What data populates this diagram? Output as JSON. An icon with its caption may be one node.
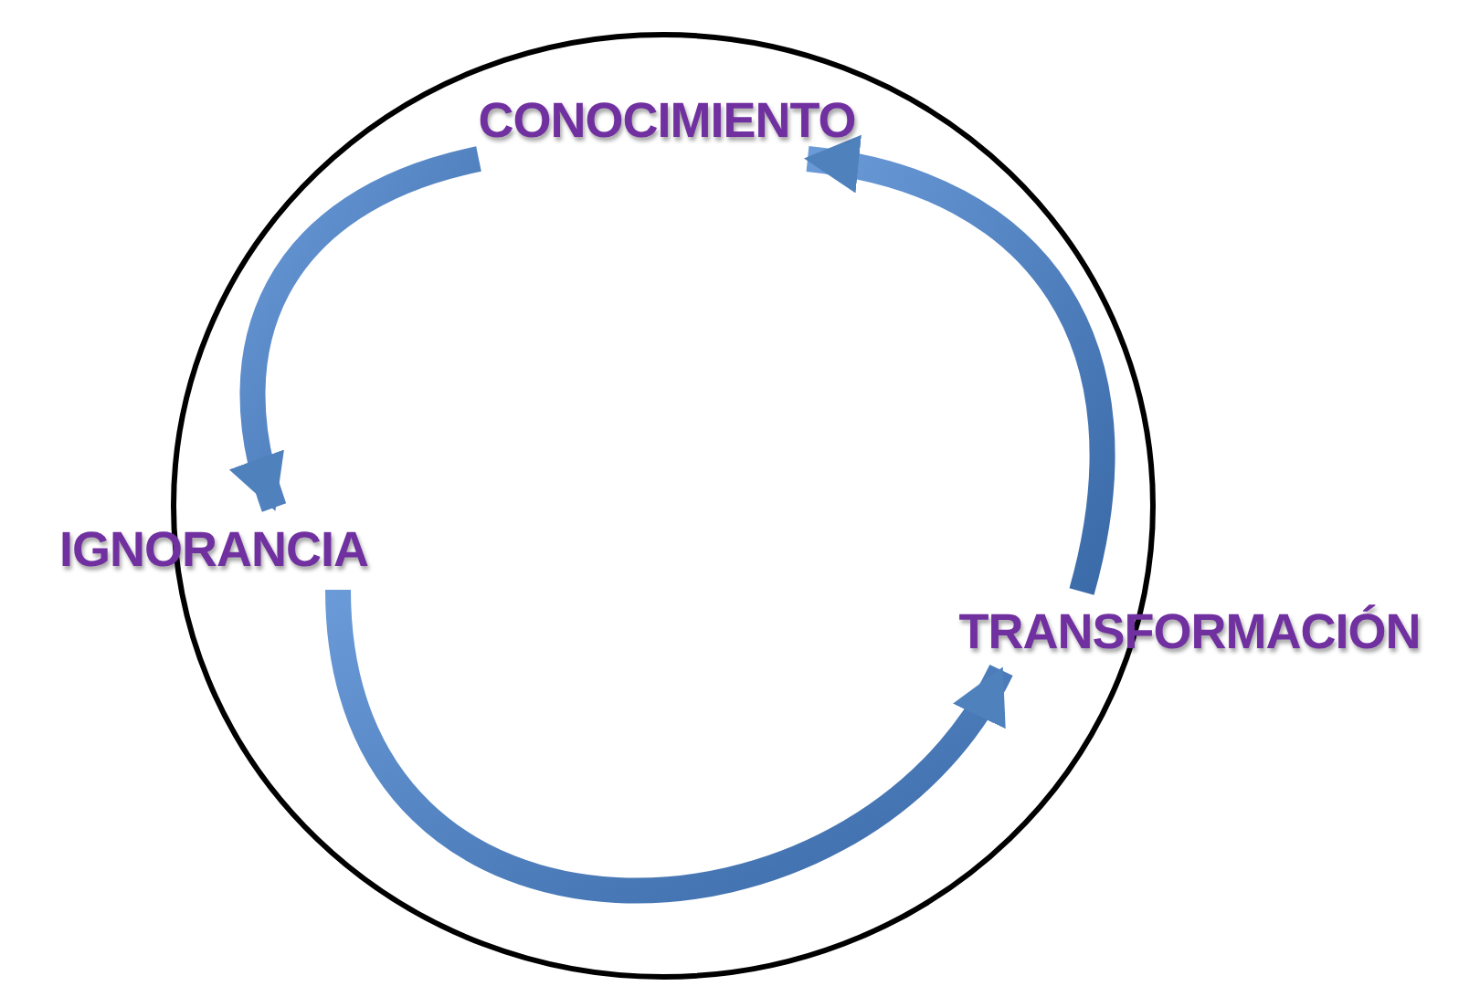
{
  "diagram": {
    "nodes": [
      {
        "text": [
          "CONOCIMIENTO"
        ]
      },
      {
        "text": [
          "IGNORANCIA"
        ]
      },
      {
        "text": [
          "TRANSFORMACIÓN"
        ]
      }
    ],
    "edges": [
      {
        "from": 0,
        "to": 1,
        "arrow": "to",
        "style": "thick"
      },
      {
        "from": 1,
        "to": 2,
        "arrow": "to",
        "style": "thick"
      },
      {
        "from": 2,
        "to": 0,
        "arrow": "to",
        "style": "thick"
      }
    ]
  }
}
